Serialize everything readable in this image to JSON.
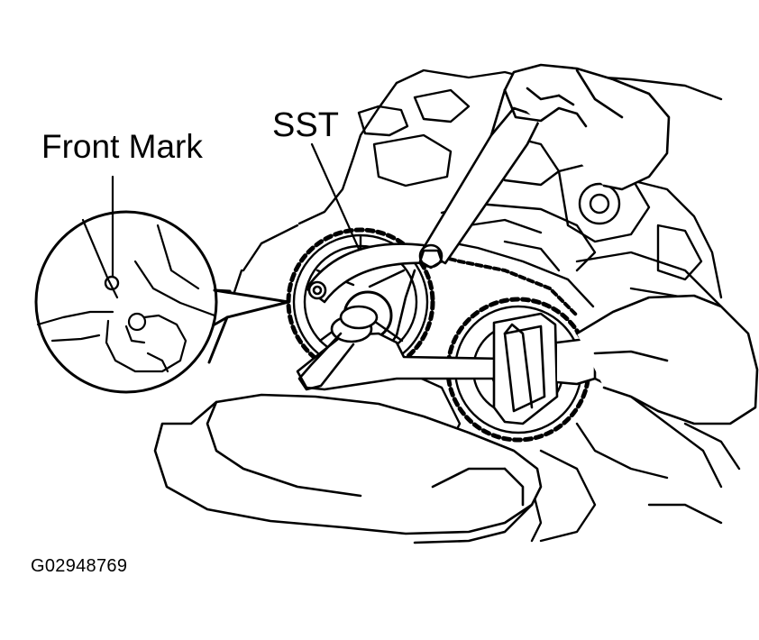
{
  "labels": {
    "front_mark": "Front Mark",
    "sst": "SST",
    "figure_id": "G02948769"
  }
}
